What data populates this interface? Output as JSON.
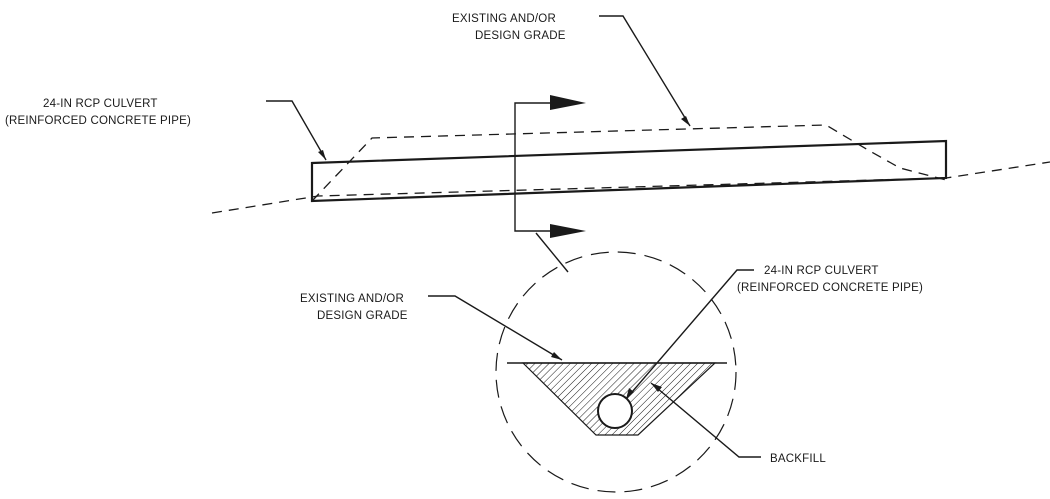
{
  "profile": {
    "grade_label_line1": "EXISTING AND/OR",
    "grade_label_line2": "DESIGN GRADE",
    "culvert_label_line1": "24-IN RCP CULVERT",
    "culvert_label_line2": "(REINFORCED CONCRETE PIPE)"
  },
  "section": {
    "grade_label_line1": "EXISTING AND/OR",
    "grade_label_line2": "DESIGN GRADE",
    "culvert_label_line1": "24-IN RCP CULVERT",
    "culvert_label_line2": "(REINFORCED CONCRETE PIPE)",
    "backfill_label": "BACKFILL"
  }
}
